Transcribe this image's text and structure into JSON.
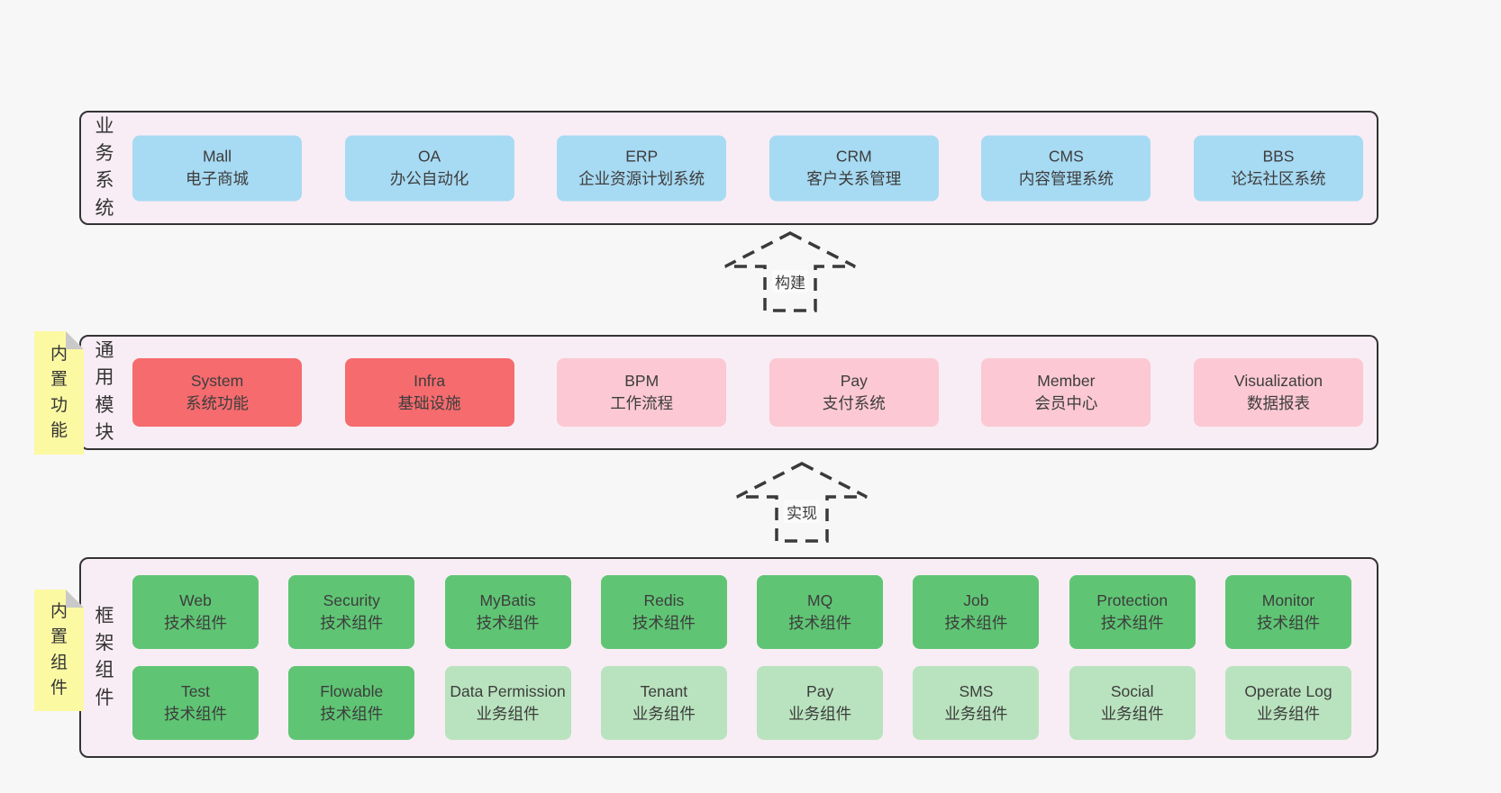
{
  "diagram": {
    "title_hint": "layered architecture diagram",
    "colors": {
      "page_bg": "#f7f7f7",
      "panel_bg": "#f8edf4",
      "panel_border": "#333333",
      "blue_box": "#a7daf3",
      "red_box": "#f56b6e",
      "pink_box": "#fbc8d3",
      "green_box": "#5fc574",
      "light_green_box": "#b9e3be",
      "note_bg": "#fcf9a3",
      "note_fold": "#c9c9c9",
      "text": "#3d3d3d",
      "arrow_dash": "#3a3a3a"
    }
  },
  "arrows": [
    {
      "label": "构建"
    },
    {
      "label": "实现"
    }
  ],
  "layers": [
    {
      "id": "business-systems",
      "label": "业务系统",
      "boxes": [
        {
          "name": "Mall",
          "desc": "电子商城",
          "variant": "blue"
        },
        {
          "name": "OA",
          "desc": "办公自动化",
          "variant": "blue"
        },
        {
          "name": "ERP",
          "desc": "企业资源计划系统",
          "variant": "blue"
        },
        {
          "name": "CRM",
          "desc": "客户关系管理",
          "variant": "blue"
        },
        {
          "name": "CMS",
          "desc": "内容管理系统",
          "variant": "blue"
        },
        {
          "name": "BBS",
          "desc": "论坛社区系统",
          "variant": "blue"
        }
      ]
    },
    {
      "id": "common-modules",
      "label": "通用模块",
      "note": "内置功能",
      "boxes": [
        {
          "name": "System",
          "desc": "系统功能",
          "variant": "red"
        },
        {
          "name": "Infra",
          "desc": "基础设施",
          "variant": "red"
        },
        {
          "name": "BPM",
          "desc": "工作流程",
          "variant": "pink"
        },
        {
          "name": "Pay",
          "desc": "支付系统",
          "variant": "pink"
        },
        {
          "name": "Member",
          "desc": "会员中心",
          "variant": "pink"
        },
        {
          "name": "Visualization",
          "desc": "数据报表",
          "variant": "pink"
        }
      ]
    },
    {
      "id": "framework-components",
      "label": "框架组件",
      "note": "内置组件",
      "rows": [
        [
          {
            "name": "Web",
            "desc": "技术组件",
            "variant": "green"
          },
          {
            "name": "Security",
            "desc": "技术组件",
            "variant": "green"
          },
          {
            "name": "MyBatis",
            "desc": "技术组件",
            "variant": "green"
          },
          {
            "name": "Redis",
            "desc": "技术组件",
            "variant": "green"
          },
          {
            "name": "MQ",
            "desc": "技术组件",
            "variant": "green"
          },
          {
            "name": "Job",
            "desc": "技术组件",
            "variant": "green"
          },
          {
            "name": "Protection",
            "desc": "技术组件",
            "variant": "green"
          },
          {
            "name": "Monitor",
            "desc": "技术组件",
            "variant": "green"
          }
        ],
        [
          {
            "name": "Test",
            "desc": "技术组件",
            "variant": "green"
          },
          {
            "name": "Flowable",
            "desc": "技术组件",
            "variant": "green"
          },
          {
            "name": "Data Permission",
            "desc": "业务组件",
            "variant": "lightgreen"
          },
          {
            "name": "Tenant",
            "desc": "业务组件",
            "variant": "lightgreen"
          },
          {
            "name": "Pay",
            "desc": "业务组件",
            "variant": "lightgreen"
          },
          {
            "name": "SMS",
            "desc": "业务组件",
            "variant": "lightgreen"
          },
          {
            "name": "Social",
            "desc": "业务组件",
            "variant": "lightgreen"
          },
          {
            "name": "Operate Log",
            "desc": "业务组件",
            "variant": "lightgreen"
          }
        ]
      ]
    }
  ]
}
